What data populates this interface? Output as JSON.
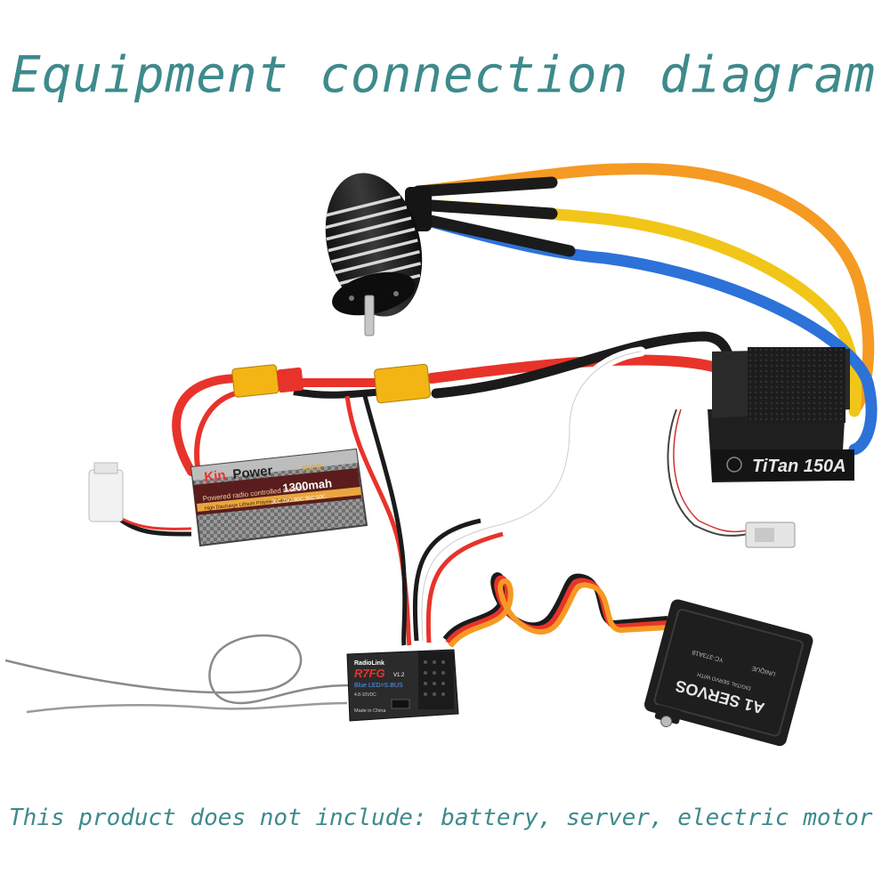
{
  "title": "Equipment connection diagram",
  "footer": "This product does not include: battery, server, electric motor",
  "battery": {
    "brand_a": "Kin",
    "brand_b": "Power",
    "brand_tag": "nice",
    "capacity": "1300mah",
    "subtitle": "Powered radio controlled models",
    "strip": "High Discharge Lithium Polymer Battery",
    "ratings": "20C  25C  30C  35C  50C"
  },
  "esc": {
    "model": "TiTan 150A"
  },
  "receiver": {
    "brand": "RadioLink",
    "model": "R7FG",
    "version": "V1.2",
    "feature": "Blue LED=S.BUS",
    "voltage": "4.8-10VDC",
    "origin": "Made in China"
  },
  "servo": {
    "name": "A1 SERVOS",
    "line2": "DIGITAL SERVO WITH",
    "code": "YC-373A18",
    "brand": "UNIQUE"
  },
  "colors": {
    "text": "#3e8a8c",
    "wire_red": "#e8332a",
    "wire_black": "#1b1b1b",
    "wire_orange": "#f59a23",
    "wire_yellow": "#f2c618",
    "wire_blue": "#2c72d9",
    "connector": "#f3b513"
  }
}
